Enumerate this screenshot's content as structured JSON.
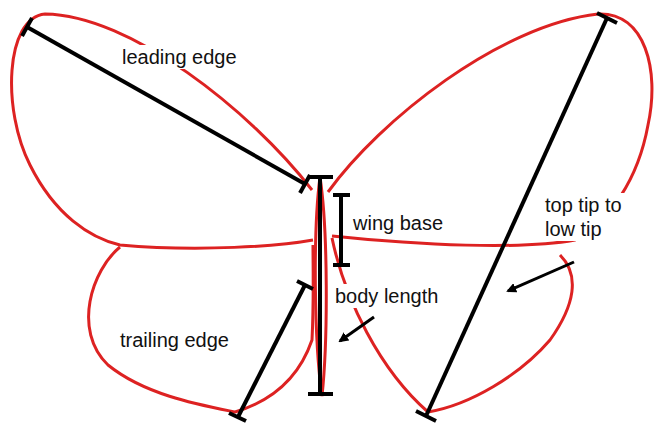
{
  "diagram": {
    "labels": [
      "leading edge",
      "wing base",
      "top tip to low tip",
      "body length",
      "trailing edge"
    ]
  }
}
